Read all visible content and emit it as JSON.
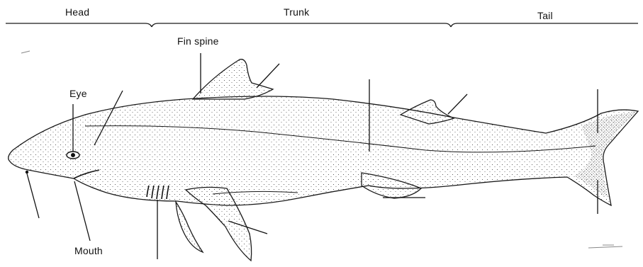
{
  "figure": {
    "regions": {
      "head": "Head",
      "trunk": "Trunk",
      "tail": "Tail"
    },
    "labels": {
      "fin_spine": "Fin spine",
      "eye": "Eye",
      "mouth": "Mouth"
    },
    "colors": {
      "ink": "#1a1a1a",
      "stipple": "#333333",
      "background": "#ffffff"
    }
  }
}
